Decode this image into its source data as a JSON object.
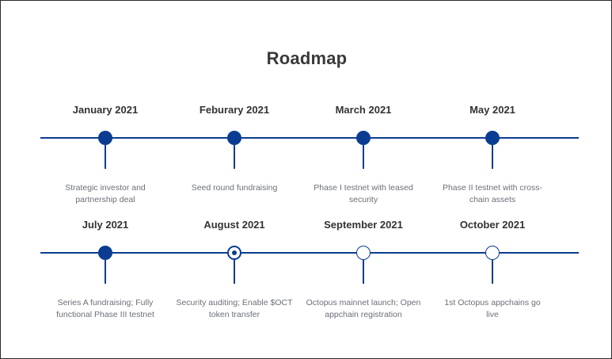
{
  "title": "Roadmap",
  "colors": {
    "accent": "#0a3d91",
    "title_text": "#3a3a3a",
    "desc_text": "#6b6f78"
  },
  "rows": [
    {
      "milestones": [
        {
          "date": "January 2021",
          "status": "done",
          "desc": "Strategic investor and partnership deal"
        },
        {
          "date": "Feburary 2021",
          "status": "done",
          "desc": "Seed round fundraising"
        },
        {
          "date": "March 2021",
          "status": "done",
          "desc": "Phase I testnet with leased security"
        },
        {
          "date": "May 2021",
          "status": "done",
          "desc": "Phase II testnet with cross-chain assets"
        }
      ]
    },
    {
      "milestones": [
        {
          "date": "July 2021",
          "status": "done",
          "desc": "Series A fundraising; Fully functional Phase III testnet"
        },
        {
          "date": "August 2021",
          "status": "current",
          "desc": "Security auditing; Enable $OCT token transfer"
        },
        {
          "date": "September 2021",
          "status": "pending",
          "desc": "Octopus mainnet launch; Open appchain registration"
        },
        {
          "date": "October 2021",
          "status": "pending",
          "desc": "1st Octopus appchains go live"
        }
      ]
    }
  ]
}
